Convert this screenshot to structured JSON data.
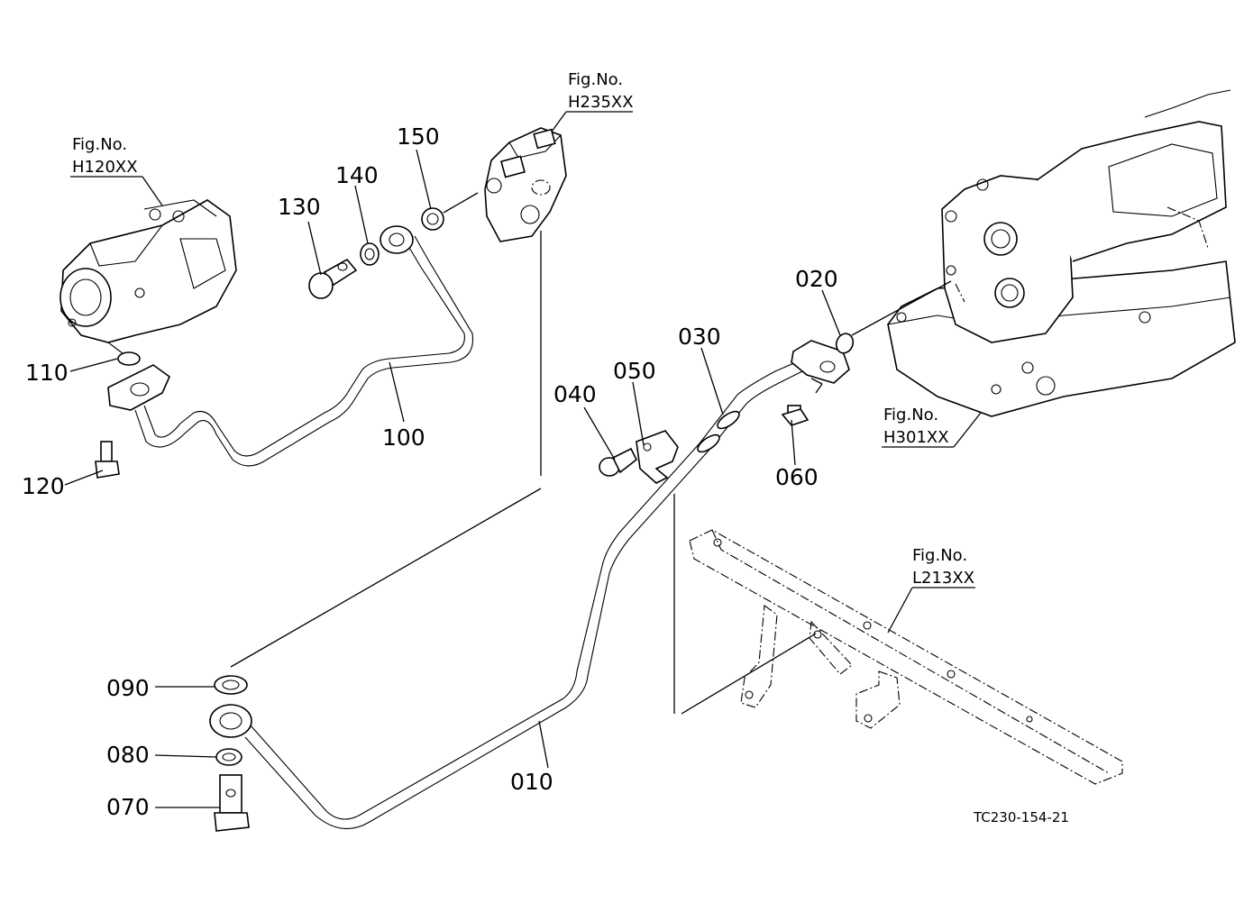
{
  "figure_refs": [
    {
      "id": "h120",
      "line1": "Fig.No.",
      "line2": "H120XX"
    },
    {
      "id": "h235",
      "line1": "Fig.No.",
      "line2": "H235XX"
    },
    {
      "id": "h301",
      "line1": "Fig.No.",
      "line2": "H301XX"
    },
    {
      "id": "l213",
      "line1": "Fig.No.",
      "line2": "L213XX"
    }
  ],
  "parts": [
    "010",
    "020",
    "030",
    "040",
    "050",
    "060",
    "070",
    "080",
    "090",
    "100",
    "110",
    "120",
    "130",
    "140",
    "150"
  ],
  "drawing_code": "TC230-154-21"
}
